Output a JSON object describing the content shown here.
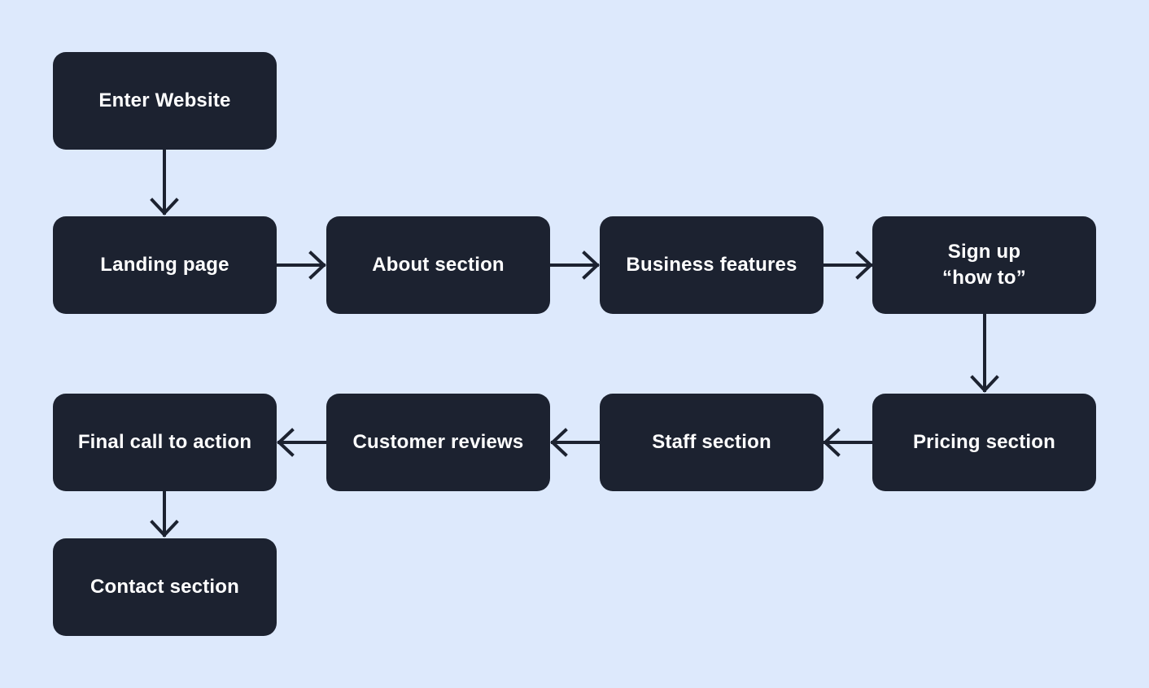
{
  "diagram": {
    "type": "flowchart",
    "colors": {
      "background": "#dde9fc",
      "node_fill": "#1c2230",
      "node_text": "#ffffff",
      "arrow": "#1c2230"
    },
    "nodes": [
      {
        "id": "enter-website",
        "label": "Enter Website"
      },
      {
        "id": "landing-page",
        "label": "Landing page"
      },
      {
        "id": "about-section",
        "label": "About section"
      },
      {
        "id": "business-features",
        "label": "Business features"
      },
      {
        "id": "sign-up-how-to",
        "label": "Sign up\n“how to”"
      },
      {
        "id": "pricing-section",
        "label": "Pricing section"
      },
      {
        "id": "staff-section",
        "label": "Staff section"
      },
      {
        "id": "customer-reviews",
        "label": "Customer reviews"
      },
      {
        "id": "final-call-to-action",
        "label": "Final call to action"
      },
      {
        "id": "contact-section",
        "label": "Contact section"
      }
    ],
    "edges": [
      {
        "from": "enter-website",
        "to": "landing-page",
        "direction": "down"
      },
      {
        "from": "landing-page",
        "to": "about-section",
        "direction": "right"
      },
      {
        "from": "about-section",
        "to": "business-features",
        "direction": "right"
      },
      {
        "from": "business-features",
        "to": "sign-up-how-to",
        "direction": "right"
      },
      {
        "from": "sign-up-how-to",
        "to": "pricing-section",
        "direction": "down"
      },
      {
        "from": "pricing-section",
        "to": "staff-section",
        "direction": "left"
      },
      {
        "from": "staff-section",
        "to": "customer-reviews",
        "direction": "left"
      },
      {
        "from": "customer-reviews",
        "to": "final-call-to-action",
        "direction": "left"
      },
      {
        "from": "final-call-to-action",
        "to": "contact-section",
        "direction": "down"
      }
    ]
  }
}
